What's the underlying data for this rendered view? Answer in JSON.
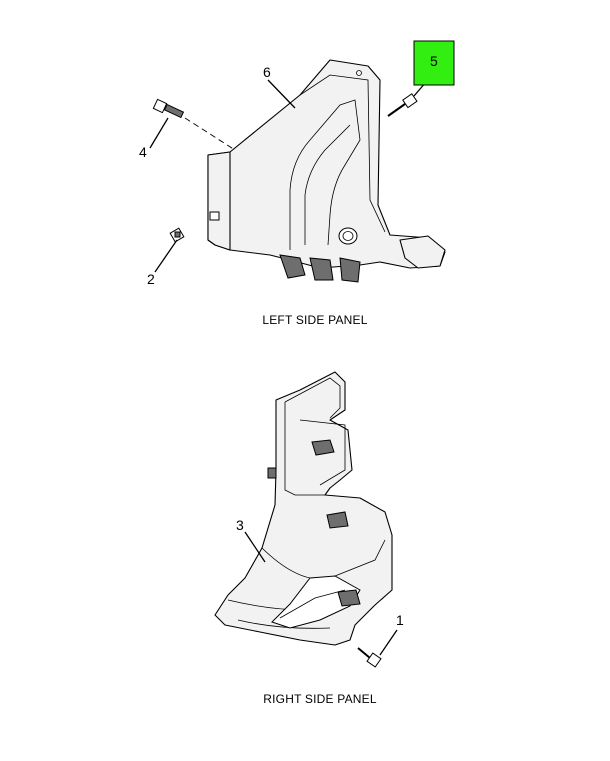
{
  "highlight_color": "#33ee11",
  "panels": [
    {
      "caption": "LEFT SIDE PANEL",
      "callouts": [
        {
          "id": "6",
          "label": "6"
        },
        {
          "id": "5",
          "label": "5",
          "highlighted": true
        },
        {
          "id": "4",
          "label": "4"
        },
        {
          "id": "2",
          "label": "2"
        }
      ]
    },
    {
      "caption": "RIGHT SIDE PANEL",
      "callouts": [
        {
          "id": "3",
          "label": "3"
        },
        {
          "id": "1",
          "label": "1"
        }
      ]
    }
  ]
}
